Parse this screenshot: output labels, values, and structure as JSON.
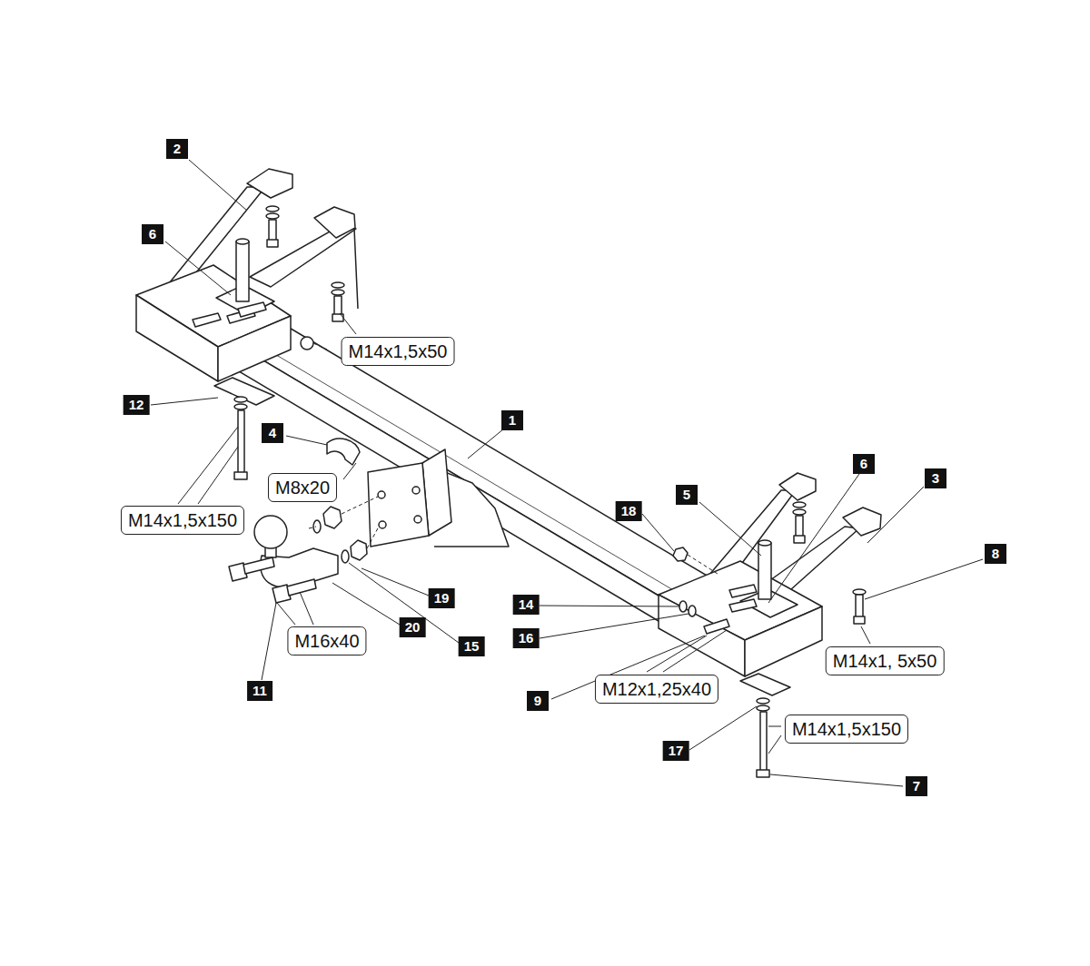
{
  "diagram": {
    "labels": [
      "2",
      "6",
      "M14x1,5x50",
      "12",
      "4",
      "1",
      "M8x20",
      "M14x1,5x150",
      "18",
      "5",
      "6",
      "3",
      "8",
      "19",
      "14",
      "20",
      "16",
      "15",
      "M14x1, 5x50",
      "9",
      "M12x1,25x40",
      "M16x40",
      "11",
      "17",
      "M14x1,5x150",
      "7"
    ]
  }
}
